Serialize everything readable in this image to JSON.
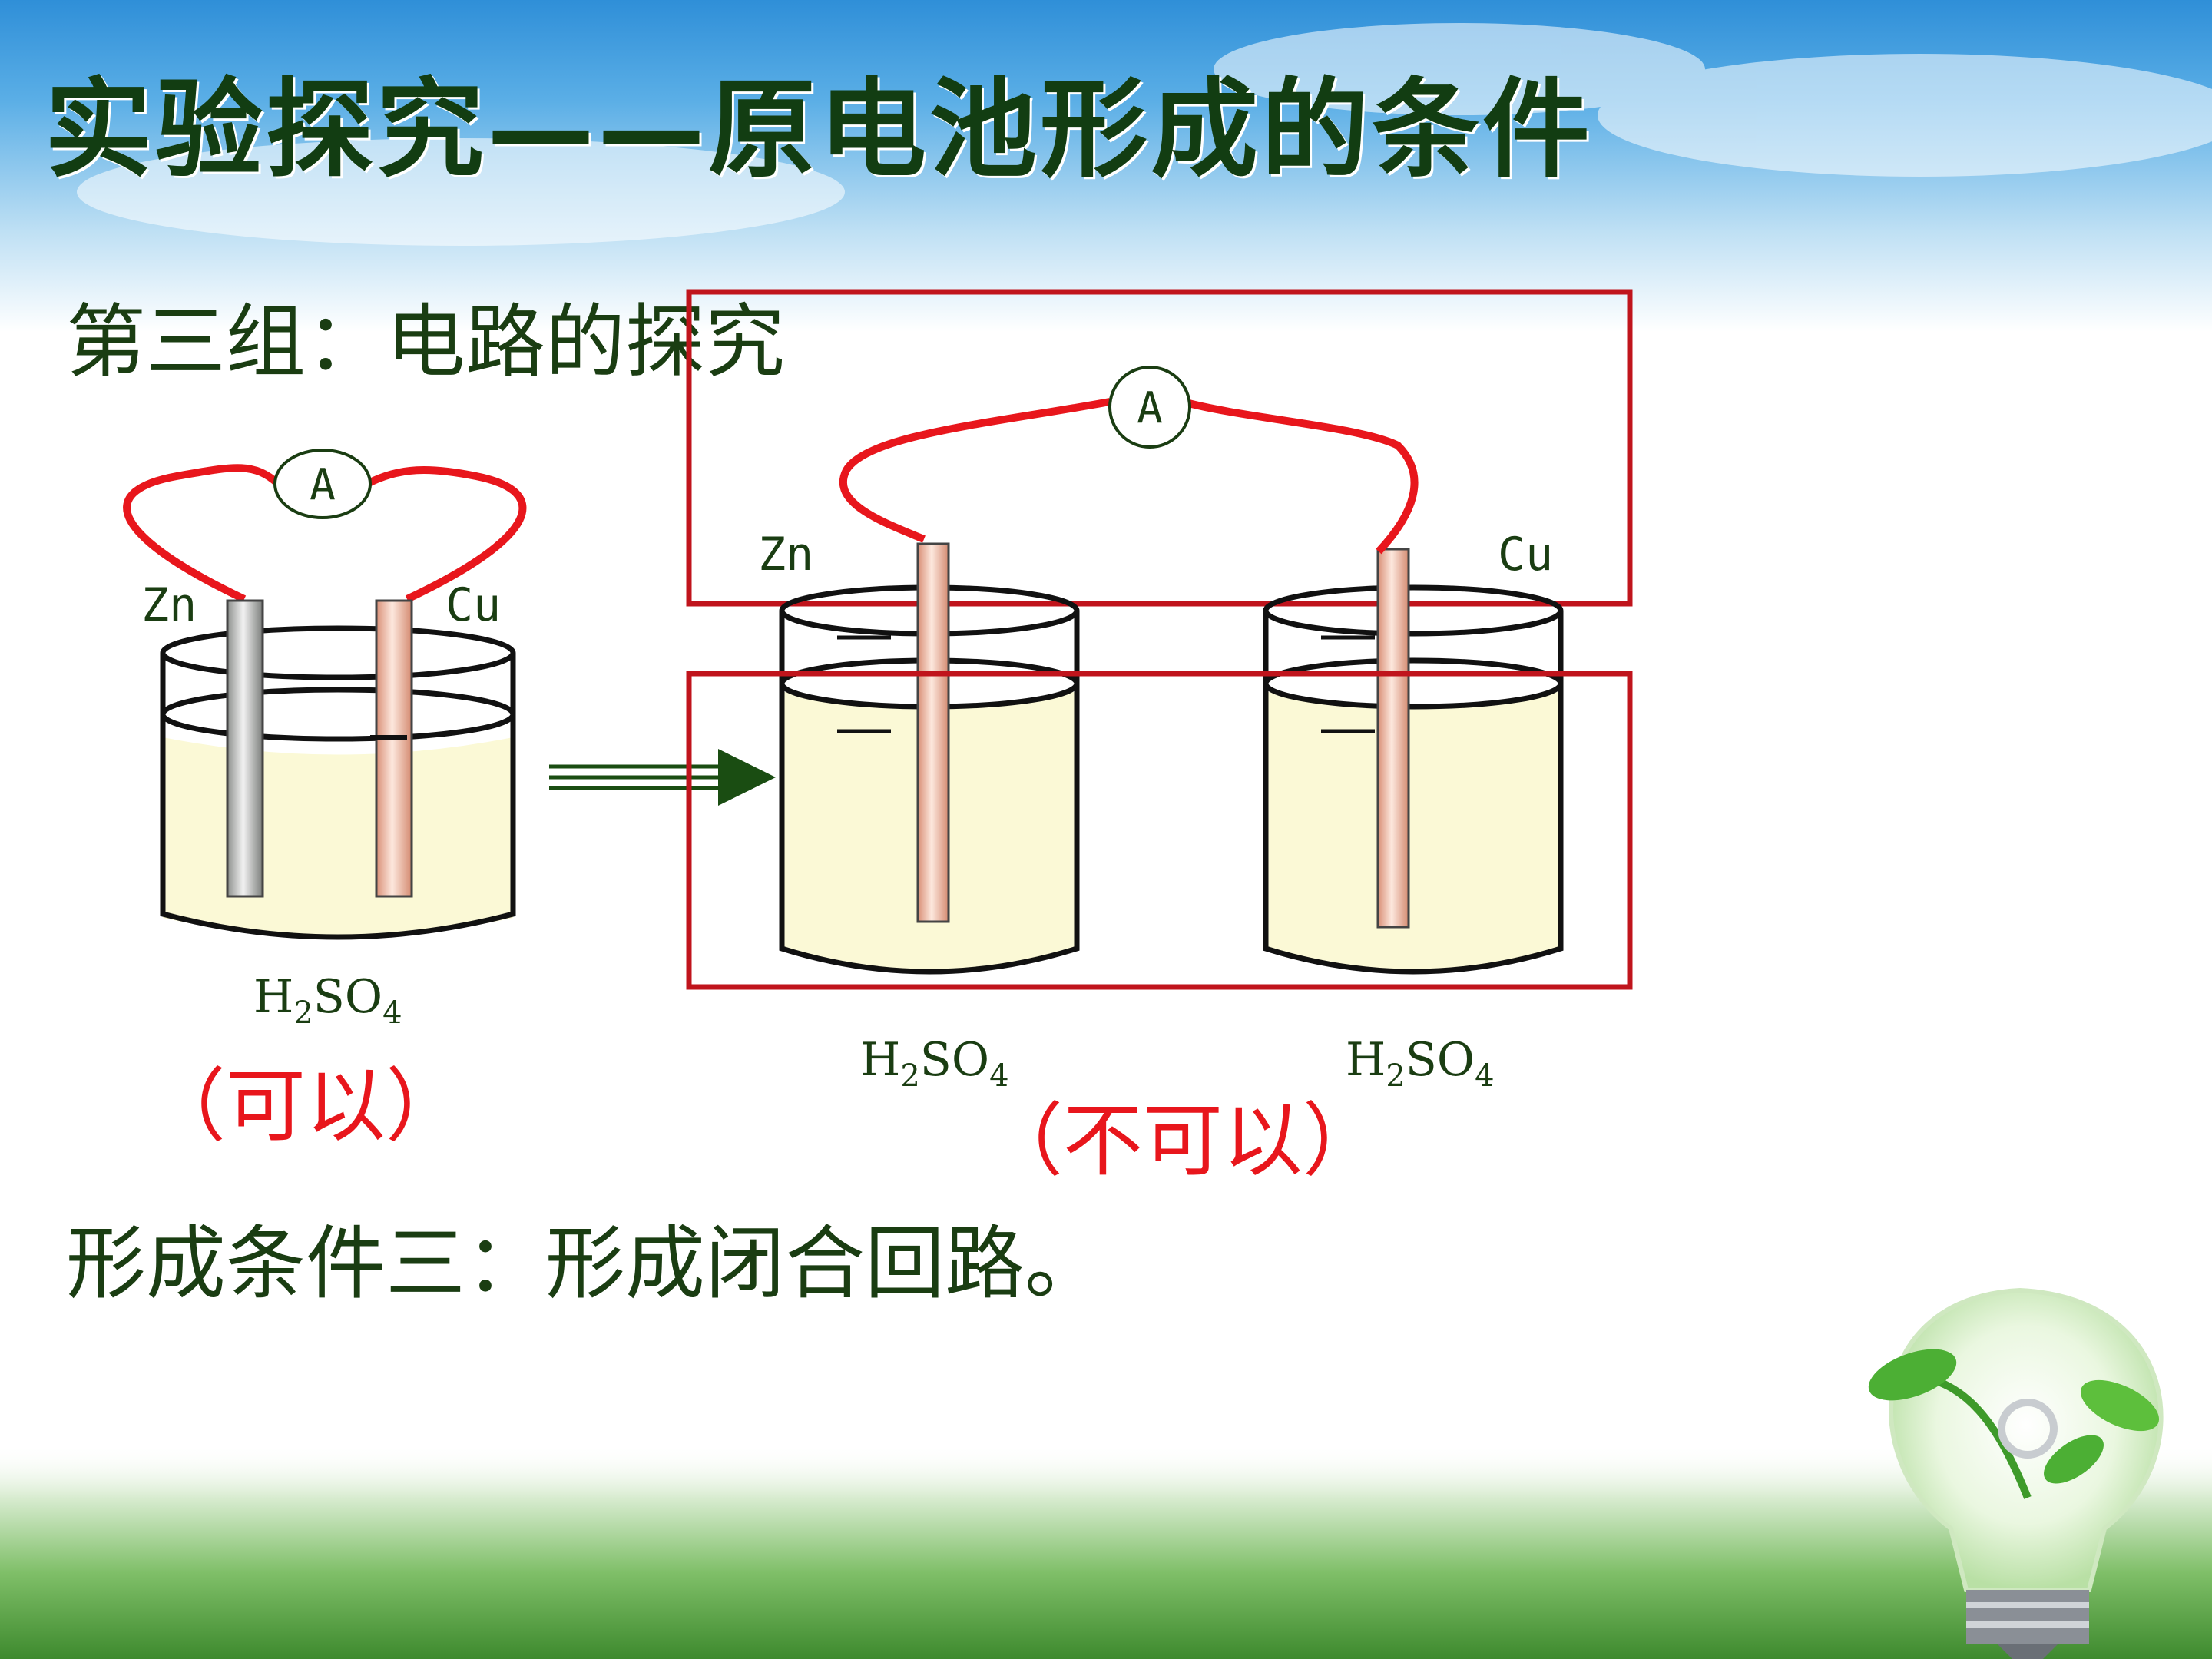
{
  "slide": {
    "title": "实验探究——原电池形成的条件",
    "group_label": "第三组：电路的探究",
    "conclusion": "形成条件三：形成闭合回路。"
  },
  "diagram_left": {
    "meter_label": "A",
    "electrode_left": "Zn",
    "electrode_right": "Cu",
    "solution": {
      "base": "H",
      "sub1": "2",
      "mid": "SO",
      "sub2": "4"
    },
    "result": "（可以）"
  },
  "diagram_right": {
    "meter_label": "A",
    "electrode_left": "Zn",
    "electrode_right": "Cu",
    "solution_left": {
      "base": "H",
      "sub1": "2",
      "mid": "SO",
      "sub2": "4"
    },
    "solution_right": {
      "base": "H",
      "sub1": "2",
      "mid": "SO",
      "sub2": "4"
    },
    "result": "（不可以）"
  },
  "colors": {
    "wire": "#e8161c",
    "highlight_box": "#c0141c",
    "title": "#123d12",
    "text": "#1a3d12",
    "liquid": "#fbf9d6",
    "arrow": "#1a4d12"
  },
  "icons": [
    "ammeter-icon",
    "lightbulb-icon",
    "arrow-right-icon"
  ]
}
